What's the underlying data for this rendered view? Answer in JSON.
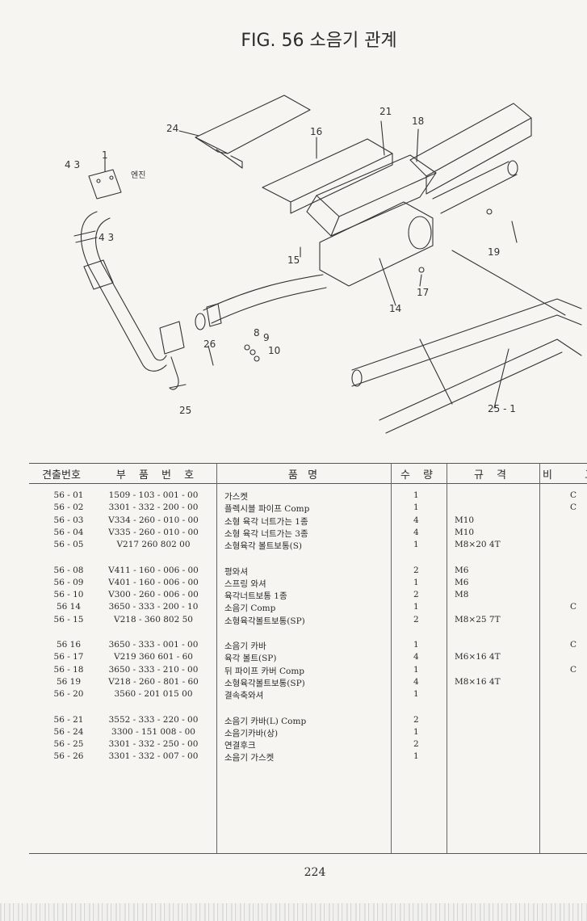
{
  "title": "FIG. 56 소음기 관계",
  "diagram_labels": [
    "24",
    "16",
    "21",
    "18",
    "4 3",
    "1",
    "엔진",
    "4 3",
    "15",
    "19",
    "17",
    "14",
    "8",
    "9",
    "10",
    "26",
    "25",
    "25 - 1"
  ],
  "headers": {
    "id": "견출번호",
    "part_no": "부 품 번 호",
    "name": "품   명",
    "qty": "수 량",
    "spec": "규 격",
    "note": "비 고"
  },
  "rows": [
    {
      "id": "56 - 01",
      "part_no": "1509 - 103 - 001 - 00",
      "name": "가스켓",
      "qty": "1",
      "spec": "",
      "note": "C"
    },
    {
      "id": "56 - 02",
      "part_no": "3301 - 332 - 200 - 00",
      "name": "플렉시블 파이프 Comp",
      "qty": "1",
      "spec": "",
      "note": "C"
    },
    {
      "id": "56 - 03",
      "part_no": "V334 - 260 - 010 - 00",
      "name": "소형 육각 너트가는 1종",
      "qty": "4",
      "spec": "M10",
      "note": ""
    },
    {
      "id": "56 - 04",
      "part_no": "V335 - 260 - 010 - 00",
      "name": "소형 육각 너트가는 3종",
      "qty": "4",
      "spec": "M10",
      "note": ""
    },
    {
      "id": "56 - 05",
      "part_no": "V217  260  802  00",
      "name": "소형육각 볼트보통(S)",
      "qty": "1",
      "spec": "M8×20 4T",
      "note": ""
    },
    {
      "id": "56 - 08",
      "part_no": "V411 - 160 - 006 - 00",
      "name": "평와셔",
      "qty": "2",
      "spec": "M6",
      "note": ""
    },
    {
      "id": "56 - 09",
      "part_no": "V401 - 160 - 006 - 00",
      "name": "스프링 와셔",
      "qty": "1",
      "spec": "M6",
      "note": ""
    },
    {
      "id": "56 - 10",
      "part_no": "V300 - 260 - 006 - 00",
      "name": "육각너트보통 1종",
      "qty": "2",
      "spec": "M8",
      "note": ""
    },
    {
      "id": "56  14",
      "part_no": "3650 - 333 - 200 - 10",
      "name": "소음기 Comp",
      "qty": "1",
      "spec": "",
      "note": "C"
    },
    {
      "id": "56 - 15",
      "part_no": "V218 - 360  802  50",
      "name": "소형육각볼트보통(SP)",
      "qty": "2",
      "spec": "M8×25 7T",
      "note": ""
    },
    {
      "id": "56  16",
      "part_no": "3650 - 333 - 001 - 00",
      "name": "소음기 카바",
      "qty": "1",
      "spec": "",
      "note": "C"
    },
    {
      "id": "56 - 17",
      "part_no": "V219  360  601 - 60",
      "name": "육각 볼트(SP)",
      "qty": "4",
      "spec": "M6×16 4T",
      "note": ""
    },
    {
      "id": "56 - 18",
      "part_no": "3650 - 333 - 210 - 00",
      "name": "뒤 파이프 카버 Comp",
      "qty": "1",
      "spec": "",
      "note": "C"
    },
    {
      "id": "56  19",
      "part_no": "V218 - 260 - 801 - 60",
      "name": "소형육각볼트보통(SP)",
      "qty": "4",
      "spec": "M8×16 4T",
      "note": ""
    },
    {
      "id": "56 - 20",
      "part_no": "3560 - 201  015  00",
      "name": "결속축와셔",
      "qty": "1",
      "spec": "",
      "note": ""
    },
    {
      "id": "56 - 21",
      "part_no": "3552 - 333 - 220 - 00",
      "name": "소음기 카바(L) Comp",
      "qty": "2",
      "spec": "",
      "note": ""
    },
    {
      "id": "56 - 24",
      "part_no": "3300 - 151  008 - 00",
      "name": "소음기카바(상)",
      "qty": "1",
      "spec": "",
      "note": ""
    },
    {
      "id": "56 - 25",
      "part_no": "3301 - 332 - 250 - 00",
      "name": "연결후크",
      "qty": "2",
      "spec": "",
      "note": ""
    },
    {
      "id": "56 - 26",
      "part_no": "3301 - 332 - 007 - 00",
      "name": "소음기 가스켓",
      "qty": "1",
      "spec": "",
      "note": ""
    }
  ],
  "page_number": "224"
}
